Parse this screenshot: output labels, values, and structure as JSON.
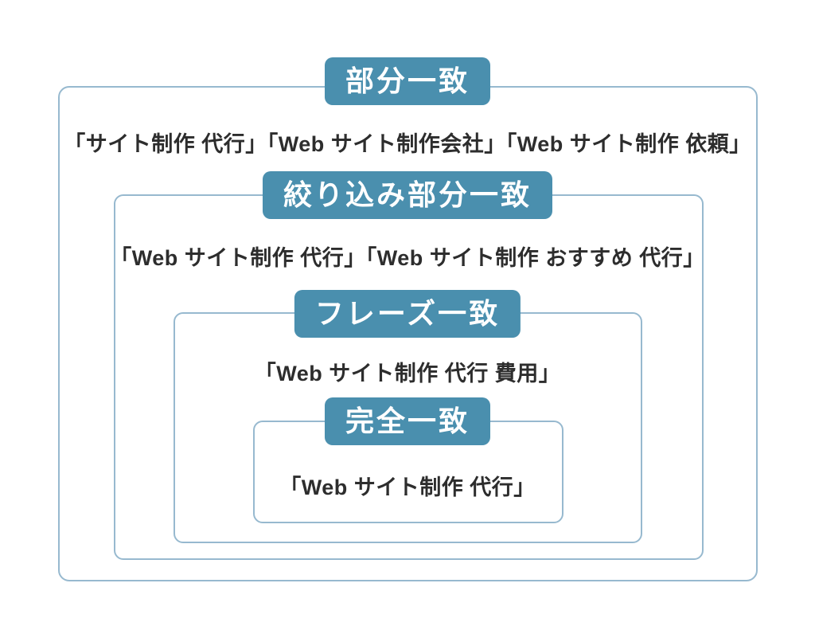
{
  "diagram": {
    "title_implicit": "keyword match types",
    "colors": {
      "label_background": "#4a8fae",
      "label_text": "#ffffff",
      "box_border": "#97b9cf",
      "keyword_text": "#2d2d2d",
      "background": "#ffffff"
    },
    "levels": [
      {
        "id": "partial-match",
        "label": "部分一致",
        "keywords": "「サイト制作 代行」「Web サイト制作会社」「Web サイト制作 依頼」"
      },
      {
        "id": "modified-broad-match",
        "label": "絞り込み部分一致",
        "keywords": "「Web サイト制作 代行」「Web サイト制作 おすすめ 代行」"
      },
      {
        "id": "phrase-match",
        "label": "フレーズ一致",
        "keywords": "「Web サイト制作 代行 費用」"
      },
      {
        "id": "exact-match",
        "label": "完全一致",
        "keywords": "「Web サイト制作 代行」"
      }
    ]
  }
}
